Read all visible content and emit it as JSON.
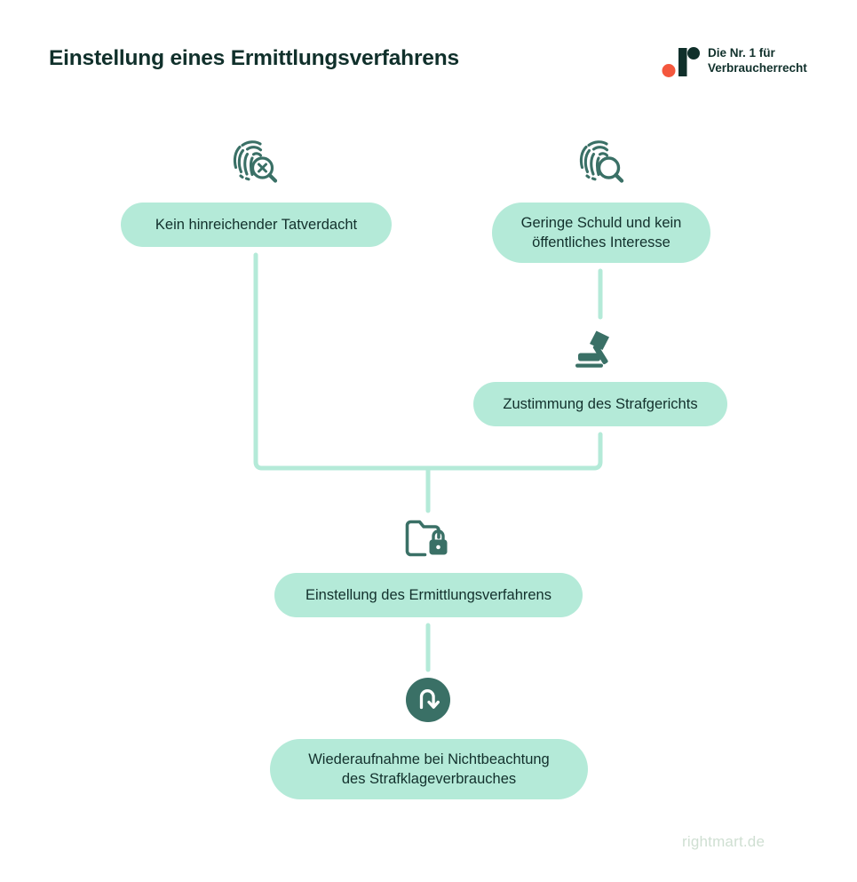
{
  "page": {
    "title": "Einstellung eines Ermittlungsverfahrens",
    "footer_url": "rightmart.de",
    "background_color": "#ffffff"
  },
  "brand": {
    "line1": "Die Nr. 1 für",
    "line2": "Verbraucherrecht",
    "mark_name": "rightmart-logo-mark",
    "dot_accent_color": "#f4573d",
    "dark_color": "#10302b"
  },
  "theme": {
    "pill_fill": "#b4ead8",
    "text_color": "#12302c",
    "icon_color": "#3a7066",
    "connector_color": "#b4ead8",
    "footer_color": "#cfdfd2"
  },
  "diagram": {
    "type": "flowchart",
    "nodes": [
      {
        "id": "kein-hinreichender-tatverdacht",
        "label": "Kein hinreichender Tatverdacht",
        "icon": "fingerprint-search-x-icon",
        "level": 1
      },
      {
        "id": "geringe-schuld",
        "label": "Geringe Schuld und kein öffentliches Interesse",
        "label_line1": "Geringe Schuld und kein",
        "label_line2": "öffentliches Interesse",
        "icon": "fingerprint-search-icon",
        "level": 1
      },
      {
        "id": "zustimmung-strafgericht",
        "label": "Zustimmung des Strafgerichts",
        "icon": "gavel-icon",
        "level": 2
      },
      {
        "id": "einstellung-ermittlungsverfahren",
        "label": "Einstellung des Ermittlungsverfahrens",
        "icon": "folder-lock-icon",
        "level": 3
      },
      {
        "id": "wiederaufnahme",
        "label": "Wiederaufnahme bei Nichtbeachtung des Strafklageverbrauches",
        "label_line1": "Wiederaufnahme bei Nichtbeachtung",
        "label_line2": "des Strafklageverbrauches",
        "icon": "refresh-uturn-icon",
        "level": 4
      }
    ],
    "edges": [
      {
        "from": "geringe-schuld",
        "to": "zustimmung-strafgericht"
      },
      {
        "from": "kein-hinreichender-tatverdacht",
        "to": "einstellung-ermittlungsverfahren"
      },
      {
        "from": "zustimmung-strafgericht",
        "to": "einstellung-ermittlungsverfahren"
      },
      {
        "from": "einstellung-ermittlungsverfahren",
        "to": "wiederaufnahme"
      }
    ]
  }
}
